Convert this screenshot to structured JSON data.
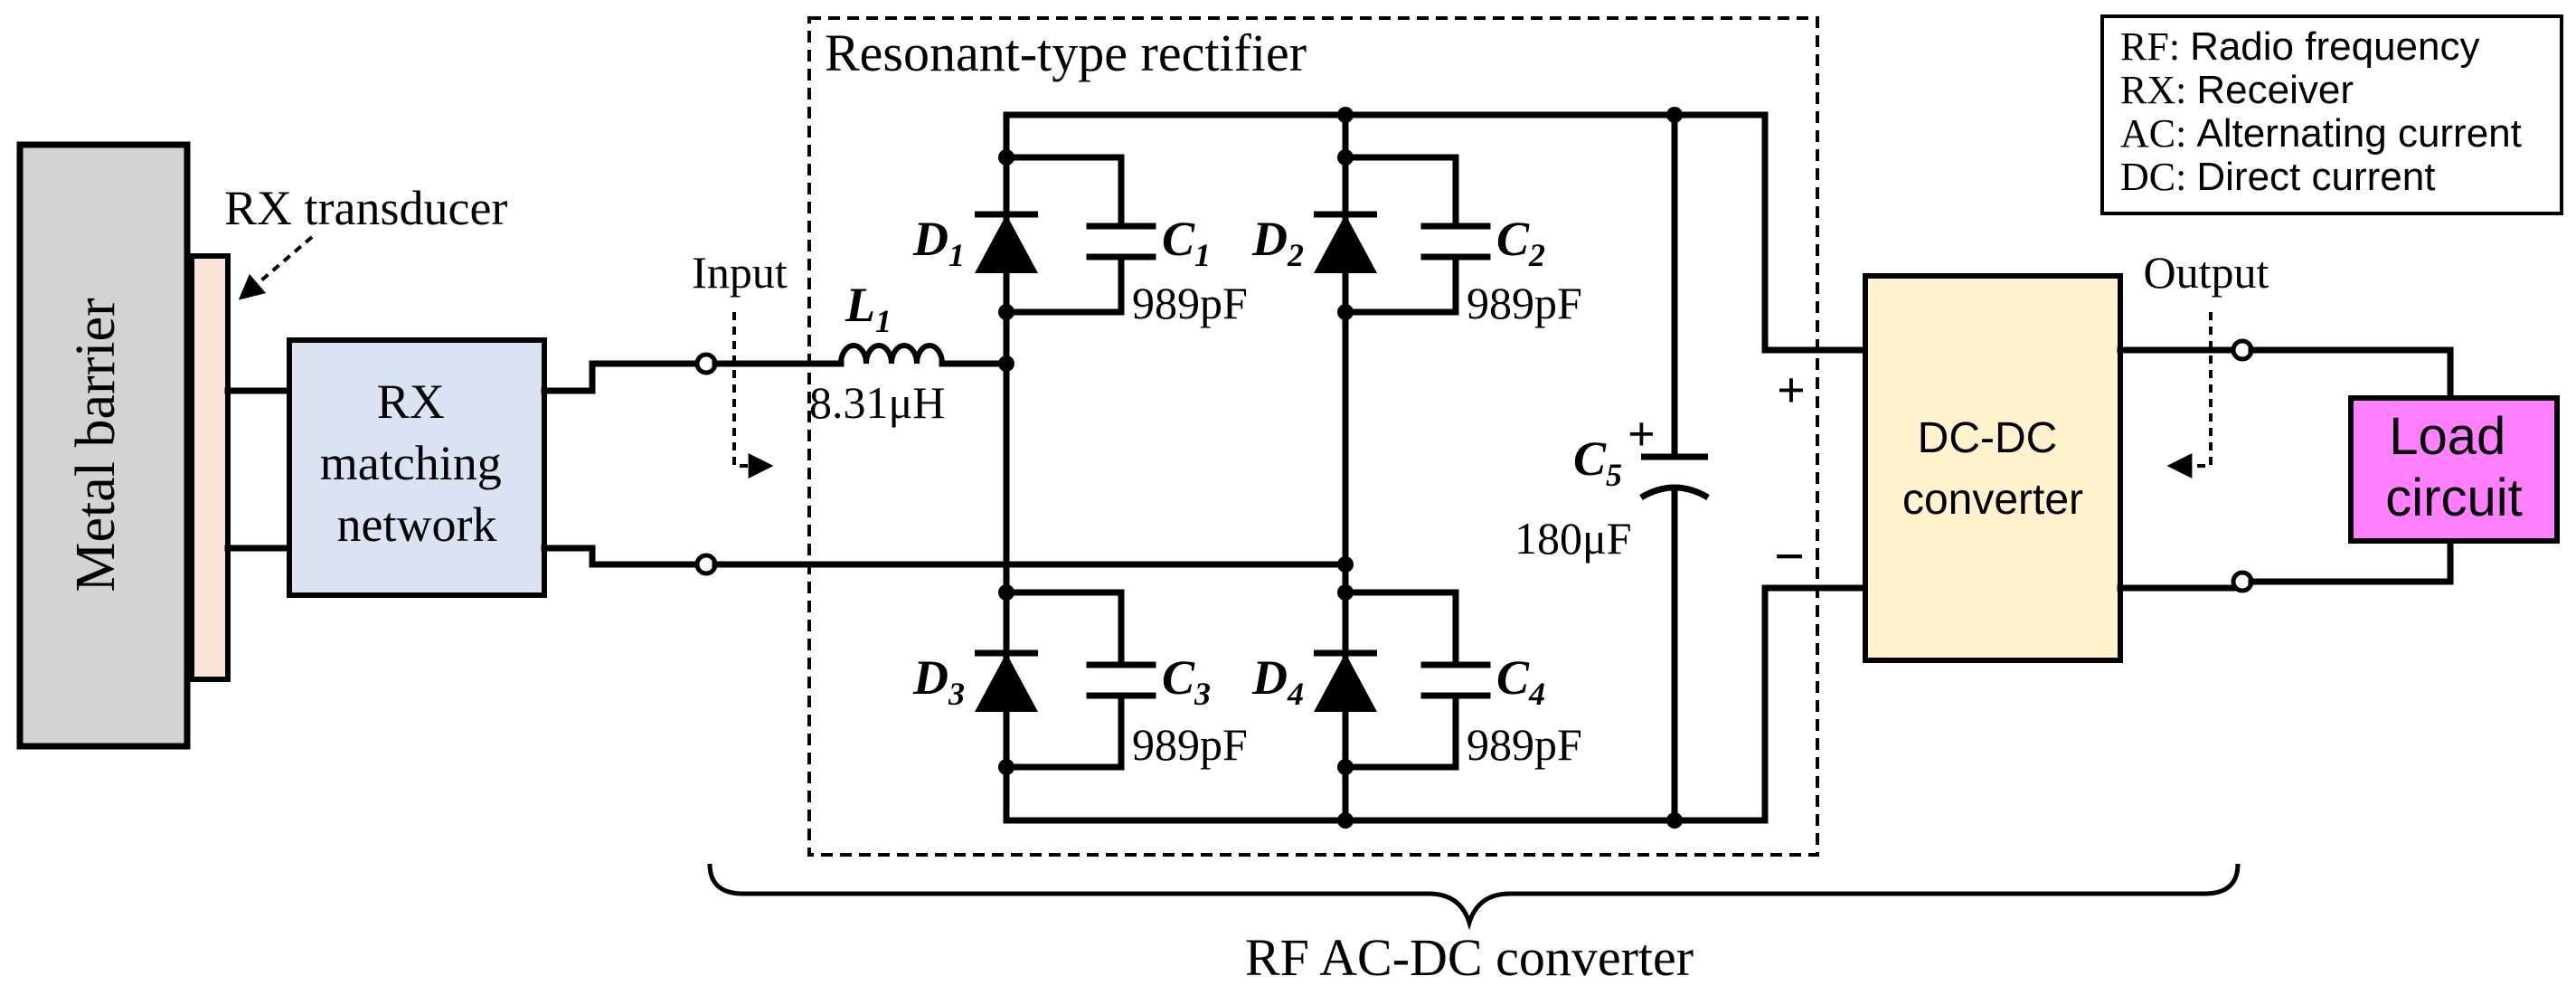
{
  "blocks": {
    "metal_barrier": "Metal barrier",
    "rx_transducer": "RX transducer",
    "rx_matching": [
      "RX",
      "matching",
      "network"
    ],
    "rectifier_title": "Resonant-type rectifier",
    "dcdc": [
      "DC-DC",
      "converter"
    ],
    "load": [
      "Load",
      "circuit"
    ],
    "rf_acdc": "RF AC-DC converter"
  },
  "ports": {
    "input": "Input",
    "output": "Output",
    "plus": "+",
    "minus": "−"
  },
  "components": {
    "L1": {
      "letter": "L",
      "sub": "1",
      "value": "8.31μH"
    },
    "D1": {
      "letter": "D",
      "sub": "1"
    },
    "D2": {
      "letter": "D",
      "sub": "2"
    },
    "D3": {
      "letter": "D",
      "sub": "3"
    },
    "D4": {
      "letter": "D",
      "sub": "4"
    },
    "C1": {
      "letter": "C",
      "sub": "1",
      "value": "989pF"
    },
    "C2": {
      "letter": "C",
      "sub": "2",
      "value": "989pF"
    },
    "C3": {
      "letter": "C",
      "sub": "3",
      "value": "989pF"
    },
    "C4": {
      "letter": "C",
      "sub": "4",
      "value": "989pF"
    },
    "C5": {
      "letter": "C",
      "sub": "5",
      "value": "180μF",
      "polarity": "+"
    }
  },
  "legend": [
    {
      "abbr": "RF",
      "text": "Radio frequency"
    },
    {
      "abbr": "RX",
      "text": "Receiver"
    },
    {
      "abbr": "AC",
      "text": "Alternating current"
    },
    {
      "abbr": "DC",
      "text": "Direct current"
    }
  ],
  "colors": {
    "metal_barrier": "#d3d3d3",
    "transducer": "#fbe3d6",
    "matching": "#dae3f3",
    "dcdc": "#fff2cc",
    "load": "#ff7fff"
  }
}
